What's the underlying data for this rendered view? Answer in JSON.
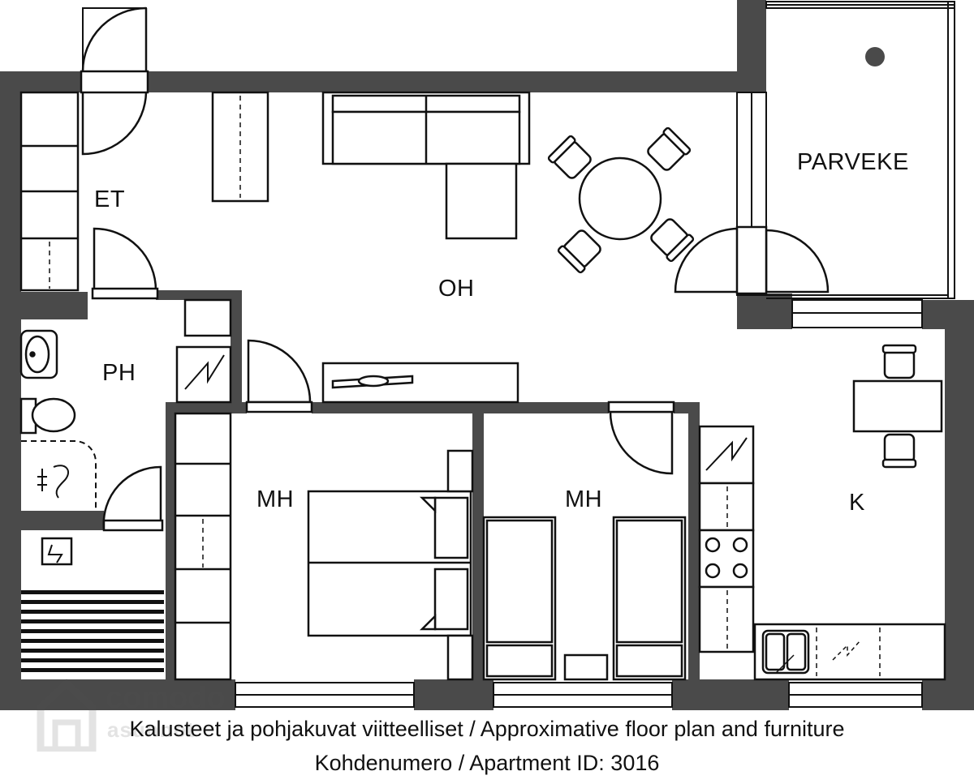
{
  "rooms": {
    "et": "ET",
    "ph": "PH",
    "oh": "OH",
    "parveke": "PARVEKE",
    "mh1": "MH",
    "mh2": "MH",
    "k": "K"
  },
  "caption": {
    "line1": "Kalusteet ja pohjakuvat viitteelliset / Approximative floor plan and furniture",
    "line2": "Kohdenumero / Apartment ID: 3016"
  },
  "watermark": {
    "brand": "comodo",
    "sub": "asunnot"
  },
  "colors": {
    "wall": "#4a4a4a",
    "line": "#111111",
    "background": "#ffffff"
  }
}
